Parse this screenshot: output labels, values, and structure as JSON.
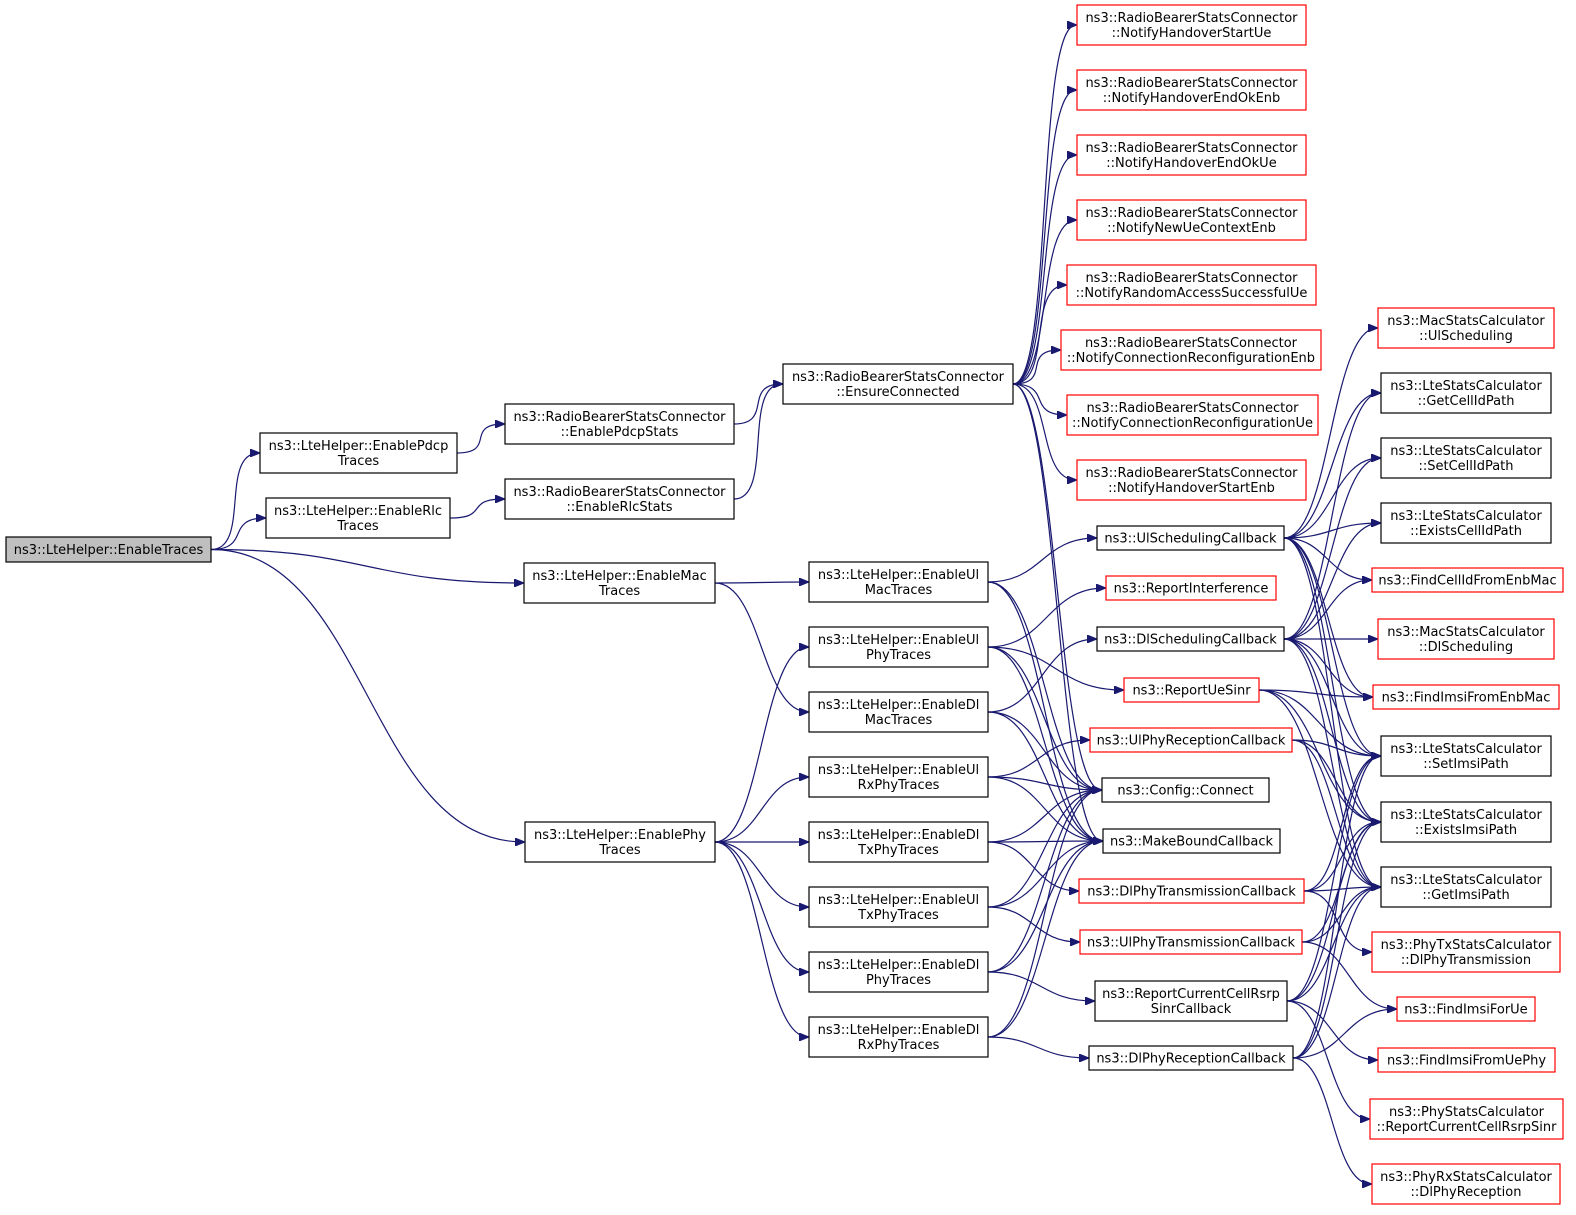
{
  "graph": {
    "edge_color": "#191970",
    "node_border_black": "#000000",
    "node_border_red": "#ff0000",
    "root_fill": "#bfbfbf",
    "nodes": [
      {
        "id": "root",
        "lines": [
          "ns3::LteHelper::EnableTraces"
        ],
        "style": "root"
      },
      {
        "id": "pdcpTr",
        "lines": [
          "ns3::LteHelper::EnablePdcp",
          "Traces"
        ],
        "style": "black"
      },
      {
        "id": "rlcTr",
        "lines": [
          "ns3::LteHelper::EnableRlc",
          "Traces"
        ],
        "style": "black"
      },
      {
        "id": "macTr",
        "lines": [
          "ns3::LteHelper::EnableMac",
          "Traces"
        ],
        "style": "black"
      },
      {
        "id": "phyTr",
        "lines": [
          "ns3::LteHelper::EnablePhy",
          "Traces"
        ],
        "style": "black"
      },
      {
        "id": "pdcpStats",
        "lines": [
          "ns3::RadioBearerStatsConnector",
          "::EnablePdcpStats"
        ],
        "style": "black"
      },
      {
        "id": "rlcStats",
        "lines": [
          "ns3::RadioBearerStatsConnector",
          "::EnableRlcStats"
        ],
        "style": "black"
      },
      {
        "id": "ensure",
        "lines": [
          "ns3::RadioBearerStatsConnector",
          "::EnsureConnected"
        ],
        "style": "black"
      },
      {
        "id": "nhsu",
        "lines": [
          "ns3::RadioBearerStatsConnector",
          "::NotifyHandoverStartUe"
        ],
        "style": "red"
      },
      {
        "id": "nheoe",
        "lines": [
          "ns3::RadioBearerStatsConnector",
          "::NotifyHandoverEndOkEnb"
        ],
        "style": "red"
      },
      {
        "id": "nheou",
        "lines": [
          "ns3::RadioBearerStatsConnector",
          "::NotifyHandoverEndOkUe"
        ],
        "style": "red"
      },
      {
        "id": "nnuc",
        "lines": [
          "ns3::RadioBearerStatsConnector",
          "::NotifyNewUeContextEnb"
        ],
        "style": "red"
      },
      {
        "id": "nras",
        "lines": [
          "ns3::RadioBearerStatsConnector",
          "::NotifyRandomAccessSuccessfulUe"
        ],
        "style": "red"
      },
      {
        "id": "ncre",
        "lines": [
          "ns3::RadioBearerStatsConnector",
          "::NotifyConnectionReconfigurationEnb"
        ],
        "style": "red"
      },
      {
        "id": "ncru",
        "lines": [
          "ns3::RadioBearerStatsConnector",
          "::NotifyConnectionReconfigurationUe"
        ],
        "style": "red"
      },
      {
        "id": "nhse",
        "lines": [
          "ns3::RadioBearerStatsConnector",
          "::NotifyHandoverStartEnb"
        ],
        "style": "red"
      },
      {
        "id": "ulMac",
        "lines": [
          "ns3::LteHelper::EnableUl",
          "MacTraces"
        ],
        "style": "black"
      },
      {
        "id": "ulPhy",
        "lines": [
          "ns3::LteHelper::EnableUl",
          "PhyTraces"
        ],
        "style": "black"
      },
      {
        "id": "dlMac",
        "lines": [
          "ns3::LteHelper::EnableDl",
          "MacTraces"
        ],
        "style": "black"
      },
      {
        "id": "ulRx",
        "lines": [
          "ns3::LteHelper::EnableUl",
          "RxPhyTraces"
        ],
        "style": "black"
      },
      {
        "id": "dlTx",
        "lines": [
          "ns3::LteHelper::EnableDl",
          "TxPhyTraces"
        ],
        "style": "black"
      },
      {
        "id": "ulTx",
        "lines": [
          "ns3::LteHelper::EnableUl",
          "TxPhyTraces"
        ],
        "style": "black"
      },
      {
        "id": "dlPhy",
        "lines": [
          "ns3::LteHelper::EnableDl",
          "PhyTraces"
        ],
        "style": "black"
      },
      {
        "id": "dlRx",
        "lines": [
          "ns3::LteHelper::EnableDl",
          "RxPhyTraces"
        ],
        "style": "black"
      },
      {
        "id": "ulSched",
        "lines": [
          "ns3::UlSchedulingCallback"
        ],
        "style": "black"
      },
      {
        "id": "repInt",
        "lines": [
          "ns3::ReportInterference"
        ],
        "style": "red"
      },
      {
        "id": "dlSched",
        "lines": [
          "ns3::DlSchedulingCallback"
        ],
        "style": "black"
      },
      {
        "id": "repUeSinr",
        "lines": [
          "ns3::ReportUeSinr"
        ],
        "style": "red"
      },
      {
        "id": "ulPhyRec",
        "lines": [
          "ns3::UlPhyReceptionCallback"
        ],
        "style": "red"
      },
      {
        "id": "cfgConn",
        "lines": [
          "ns3::Config::Connect"
        ],
        "style": "black"
      },
      {
        "id": "mbc",
        "lines": [
          "ns3::MakeBoundCallback"
        ],
        "style": "black"
      },
      {
        "id": "dlPhyTx",
        "lines": [
          "ns3::DlPhyTransmissionCallback"
        ],
        "style": "red"
      },
      {
        "id": "ulPhyTxCb",
        "lines": [
          "ns3::UlPhyTransmissionCallback"
        ],
        "style": "red"
      },
      {
        "id": "rcc",
        "lines": [
          "ns3::ReportCurrentCellRsrp",
          "SinrCallback"
        ],
        "style": "black"
      },
      {
        "id": "dlPhyRec",
        "lines": [
          "ns3::DlPhyReceptionCallback"
        ],
        "style": "black"
      },
      {
        "id": "macUl",
        "lines": [
          "ns3::MacStatsCalculator",
          "::UlScheduling"
        ],
        "style": "red"
      },
      {
        "id": "getCell",
        "lines": [
          "ns3::LteStatsCalculator",
          "::GetCellIdPath"
        ],
        "style": "black"
      },
      {
        "id": "setCell",
        "lines": [
          "ns3::LteStatsCalculator",
          "::SetCellIdPath"
        ],
        "style": "black"
      },
      {
        "id": "existsCell",
        "lines": [
          "ns3::LteStatsCalculator",
          "::ExistsCellIdPath"
        ],
        "style": "black"
      },
      {
        "id": "findCell",
        "lines": [
          "ns3::FindCellIdFromEnbMac"
        ],
        "style": "red"
      },
      {
        "id": "macDl",
        "lines": [
          "ns3::MacStatsCalculator",
          "::DlScheduling"
        ],
        "style": "red"
      },
      {
        "id": "findImsiEnb",
        "lines": [
          "ns3::FindImsiFromEnbMac"
        ],
        "style": "red"
      },
      {
        "id": "setImsi",
        "lines": [
          "ns3::LteStatsCalculator",
          "::SetImsiPath"
        ],
        "style": "black"
      },
      {
        "id": "existsImsi",
        "lines": [
          "ns3::LteStatsCalculator",
          "::ExistsImsiPath"
        ],
        "style": "black"
      },
      {
        "id": "getImsi",
        "lines": [
          "ns3::LteStatsCalculator",
          "::GetImsiPath"
        ],
        "style": "black"
      },
      {
        "id": "phyTxDl",
        "lines": [
          "ns3::PhyTxStatsCalculator",
          "::DlPhyTransmission"
        ],
        "style": "red"
      },
      {
        "id": "findImsiUe",
        "lines": [
          "ns3::FindImsiForUe"
        ],
        "style": "red"
      },
      {
        "id": "findImsiUePhy",
        "lines": [
          "ns3::FindImsiFromUePhy"
        ],
        "style": "red"
      },
      {
        "id": "phyStatsRep",
        "lines": [
          "ns3::PhyStatsCalculator",
          "::ReportCurrentCellRsrpSinr"
        ],
        "style": "red"
      },
      {
        "id": "phyRxDl",
        "lines": [
          "ns3::PhyRxStatsCalculator",
          "::DlPhyReception"
        ],
        "style": "red"
      }
    ],
    "edges": [
      [
        "root",
        "pdcpTr"
      ],
      [
        "root",
        "rlcTr"
      ],
      [
        "root",
        "macTr"
      ],
      [
        "root",
        "phyTr"
      ],
      [
        "pdcpTr",
        "pdcpStats"
      ],
      [
        "rlcTr",
        "rlcStats"
      ],
      [
        "pdcpStats",
        "ensure"
      ],
      [
        "rlcStats",
        "ensure"
      ],
      [
        "ensure",
        "nhsu"
      ],
      [
        "ensure",
        "nheoe"
      ],
      [
        "ensure",
        "nheou"
      ],
      [
        "ensure",
        "nnuc"
      ],
      [
        "ensure",
        "nras"
      ],
      [
        "ensure",
        "ncre"
      ],
      [
        "ensure",
        "ncru"
      ],
      [
        "ensure",
        "nhse"
      ],
      [
        "ensure",
        "cfgConn"
      ],
      [
        "ensure",
        "mbc"
      ],
      [
        "macTr",
        "ulMac"
      ],
      [
        "macTr",
        "dlMac"
      ],
      [
        "phyTr",
        "ulPhy"
      ],
      [
        "phyTr",
        "ulRx"
      ],
      [
        "phyTr",
        "dlTx"
      ],
      [
        "phyTr",
        "ulTx"
      ],
      [
        "phyTr",
        "dlPhy"
      ],
      [
        "phyTr",
        "dlRx"
      ],
      [
        "ulMac",
        "ulSched"
      ],
      [
        "ulMac",
        "cfgConn"
      ],
      [
        "ulMac",
        "mbc"
      ],
      [
        "dlMac",
        "dlSched"
      ],
      [
        "dlMac",
        "cfgConn"
      ],
      [
        "dlMac",
        "mbc"
      ],
      [
        "ulPhy",
        "repInt"
      ],
      [
        "ulPhy",
        "repUeSinr"
      ],
      [
        "ulPhy",
        "cfgConn"
      ],
      [
        "ulPhy",
        "mbc"
      ],
      [
        "ulRx",
        "ulPhyRec"
      ],
      [
        "ulRx",
        "cfgConn"
      ],
      [
        "ulRx",
        "mbc"
      ],
      [
        "dlTx",
        "dlPhyTx"
      ],
      [
        "dlTx",
        "cfgConn"
      ],
      [
        "dlTx",
        "mbc"
      ],
      [
        "ulTx",
        "ulPhyTxCb"
      ],
      [
        "ulTx",
        "cfgConn"
      ],
      [
        "ulTx",
        "mbc"
      ],
      [
        "dlPhy",
        "rcc"
      ],
      [
        "dlPhy",
        "cfgConn"
      ],
      [
        "dlPhy",
        "mbc"
      ],
      [
        "dlRx",
        "dlPhyRec"
      ],
      [
        "dlRx",
        "cfgConn"
      ],
      [
        "dlRx",
        "mbc"
      ],
      [
        "ulSched",
        "macUl"
      ],
      [
        "ulSched",
        "getCell"
      ],
      [
        "ulSched",
        "setCell"
      ],
      [
        "ulSched",
        "existsCell"
      ],
      [
        "ulSched",
        "findCell"
      ],
      [
        "ulSched",
        "findImsiEnb"
      ],
      [
        "ulSched",
        "setImsi"
      ],
      [
        "ulSched",
        "existsImsi"
      ],
      [
        "ulSched",
        "getImsi"
      ],
      [
        "dlSched",
        "macDl"
      ],
      [
        "dlSched",
        "getCell"
      ],
      [
        "dlSched",
        "setCell"
      ],
      [
        "dlSched",
        "existsCell"
      ],
      [
        "dlSched",
        "findCell"
      ],
      [
        "dlSched",
        "findImsiEnb"
      ],
      [
        "dlSched",
        "setImsi"
      ],
      [
        "dlSched",
        "existsImsi"
      ],
      [
        "dlSched",
        "getImsi"
      ],
      [
        "repUeSinr",
        "findImsiEnb"
      ],
      [
        "repUeSinr",
        "setImsi"
      ],
      [
        "repUeSinr",
        "existsImsi"
      ],
      [
        "repUeSinr",
        "getImsi"
      ],
      [
        "ulPhyRec",
        "setImsi"
      ],
      [
        "ulPhyRec",
        "existsImsi"
      ],
      [
        "ulPhyRec",
        "getImsi"
      ],
      [
        "dlPhyTx",
        "phyTxDl"
      ],
      [
        "dlPhyTx",
        "setImsi"
      ],
      [
        "dlPhyTx",
        "existsImsi"
      ],
      [
        "dlPhyTx",
        "getImsi"
      ],
      [
        "ulPhyTxCb",
        "existsImsi"
      ],
      [
        "ulPhyTxCb",
        "getImsi"
      ],
      [
        "ulPhyTxCb",
        "findImsiUe"
      ],
      [
        "rcc",
        "setImsi"
      ],
      [
        "rcc",
        "existsImsi"
      ],
      [
        "rcc",
        "getImsi"
      ],
      [
        "rcc",
        "findImsiUePhy"
      ],
      [
        "rcc",
        "phyStatsRep"
      ],
      [
        "dlPhyRec",
        "phyRxDl"
      ],
      [
        "dlPhyRec",
        "setImsi"
      ],
      [
        "dlPhyRec",
        "existsImsi"
      ],
      [
        "dlPhyRec",
        "getImsi"
      ],
      [
        "dlPhyRec",
        "findImsiUe"
      ]
    ]
  }
}
